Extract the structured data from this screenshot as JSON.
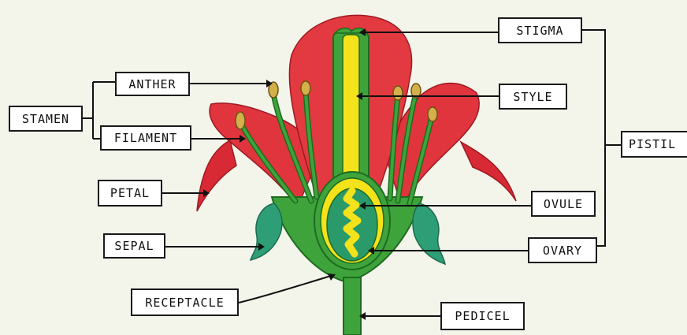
{
  "labels": {
    "stamen": "STAMEN",
    "anther": "ANTHER",
    "filament": "FILAMENT",
    "petal": "PETAL",
    "sepal": "SEPAL",
    "receptacle": "RECEPTACLE",
    "stigma": "STIGMA",
    "style": "STYLE",
    "ovule": "OVULE",
    "ovary": "OVARY",
    "pedicel": "PEDICEL",
    "pistil": "PISTIL"
  },
  "colors": {
    "background": "#f3f4ea",
    "petal_red": "#e0353d",
    "petal_dark": "#c41c2a",
    "stem_green": "#3ea33b",
    "sepal_teal": "#2e9e77",
    "style_yellow": "#f4e21a",
    "ovary_inner": "#2b9a6a"
  }
}
